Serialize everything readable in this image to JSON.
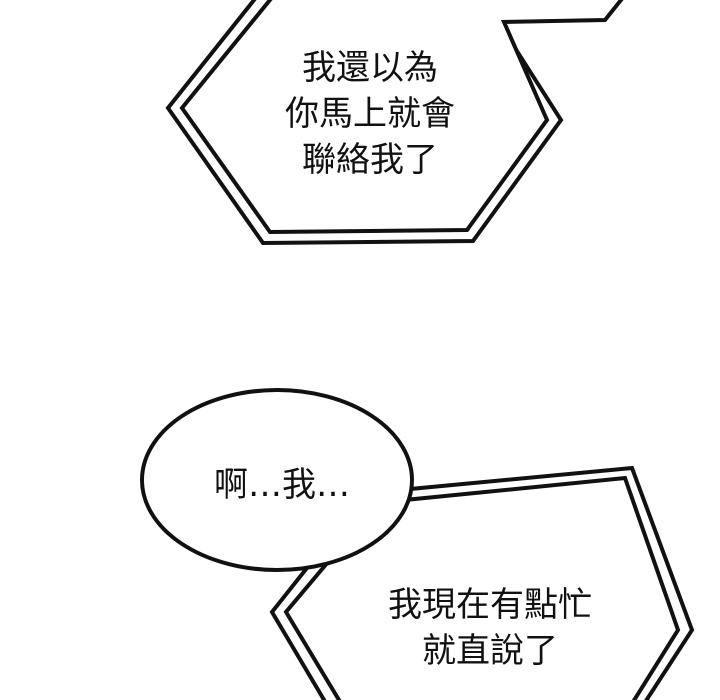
{
  "colors": {
    "ink": "#111111",
    "paper": "#ffffff"
  },
  "bubbles": [
    {
      "lines": [
        "我還以為",
        "你馬上就會",
        "聯絡我了"
      ]
    },
    {
      "text": "啊…我…"
    },
    {
      "lines": [
        "我現在有點忙",
        "就直說了"
      ]
    }
  ]
}
